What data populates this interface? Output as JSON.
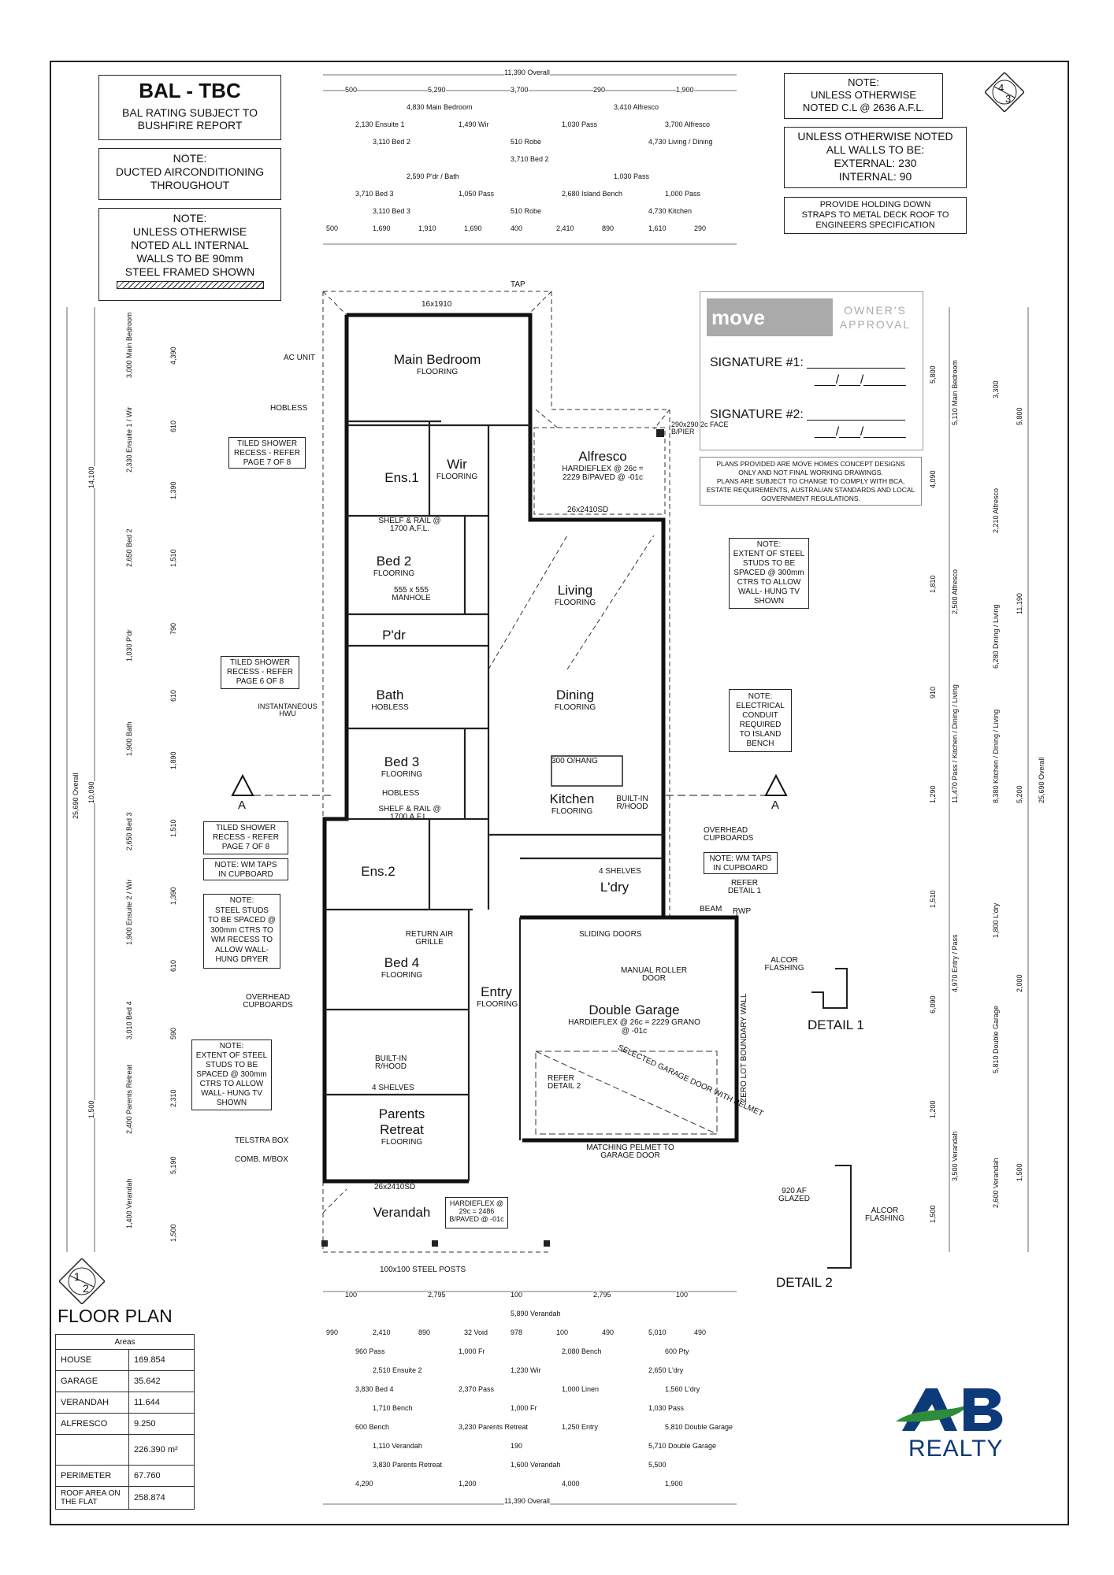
{
  "bal": {
    "title": "BAL - TBC",
    "line1": "BAL RATING SUBJECT TO",
    "line2": "BUSHFIRE REPORT"
  },
  "notes": {
    "ducted": [
      "NOTE:",
      "DUCTED AIRCONDITIONING",
      "THROUGHOUT"
    ],
    "internal_walls": [
      "NOTE:",
      "UNLESS OTHERWISE",
      "NOTED ALL INTERNAL",
      "WALLS TO BE 90mm",
      "STEEL FRAMED SHOWN"
    ],
    "cl": [
      "NOTE:",
      "UNLESS OTHERWISE",
      "NOTED C.L @ 2636 A.F.L."
    ],
    "walls": [
      "UNLESS OTHERWISE NOTED",
      "ALL WALLS TO BE:",
      "EXTERNAL: 230",
      "INTERNAL: 90"
    ],
    "holding": [
      "PROVIDE HOLDING DOWN",
      "STRAPS TO METAL DECK ROOF TO",
      "ENGINEERS SPECIFICATION"
    ],
    "disclaimer": [
      "PLANS PROVIDED ARE MOVE HOMES CONCEPT DESIGNS",
      "ONLY AND NOT FINAL WORKING DRAWINGS.",
      "PLANS ARE SUBJECT TO CHANGE TO COMPLY WITH BCA,",
      "ESTATE REQUIREMENTS, AUSTRALIAN STANDARDS AND LOCAL",
      "GOVERNMENT REGULATIONS."
    ],
    "tv_living": [
      "NOTE:",
      "EXTENT OF STEEL",
      "STUDS TO BE",
      "SPACED @ 300mm",
      "CTRS TO ALLOW",
      "WALL- HUNG TV",
      "SHOWN"
    ],
    "electrical": [
      "NOTE:",
      "ELECTRICAL",
      "CONDUIT",
      "REQUIRED",
      "TO ISLAND",
      "BENCH"
    ],
    "wm_taps_right": [
      "NOTE: WM TAPS",
      "IN CUPBOARD"
    ],
    "wm_taps_left": [
      "NOTE:  WM TAPS",
      "IN CUPBOARD"
    ],
    "shower_1": [
      "TILED SHOWER",
      "RECESS - REFER",
      "PAGE 7 OF 8"
    ],
    "shower_2": [
      "TILED SHOWER",
      "RECESS - REFER",
      "PAGE 6 OF 8"
    ],
    "shower_3": [
      "TILED SHOWER",
      "RECESS - REFER",
      "PAGE 7 OF 8"
    ],
    "studs_dryer": [
      "NOTE:",
      "STEEL STUDS",
      "TO BE SPACED @",
      "300mm CTRS TO",
      "WM RECESS TO",
      "ALLOW WALL-",
      "HUNG DRYER"
    ],
    "tv_retreat": [
      "NOTE:",
      "EXTENT OF STEEL",
      "STUDS TO BE",
      "SPACED @ 300mm",
      "CTRS TO ALLOW",
      "WALL- HUNG TV",
      "SHOWN"
    ]
  },
  "approval": {
    "brand": "move homes",
    "title": "OWNER'S APPROVAL",
    "sig1": "SIGNATURE #1: ______________",
    "sig2": "SIGNATURE #2: ______________",
    "date": "___/___/______"
  },
  "rooms": [
    {
      "name": "Main Bedroom",
      "sub": "FLOORING"
    },
    {
      "name": "Ens.1",
      "sub": ""
    },
    {
      "name": "Wir",
      "sub": "FLOORING"
    },
    {
      "name": "Alfresco",
      "sub": "HARDIEFLEX @ 26c = 2229 B/PAVED @ -01c"
    },
    {
      "name": "Bed 2",
      "sub": "FLOORING"
    },
    {
      "name": "P'dr",
      "sub": ""
    },
    {
      "name": "Bath",
      "sub": "HOBLESS"
    },
    {
      "name": "Living",
      "sub": "FLOORING"
    },
    {
      "name": "Dining",
      "sub": "FLOORING"
    },
    {
      "name": "Bed 3",
      "sub": "FLOORING"
    },
    {
      "name": "Kitchen",
      "sub": "FLOORING"
    },
    {
      "name": "Ens.2",
      "sub": ""
    },
    {
      "name": "L'dry",
      "sub": ""
    },
    {
      "name": "Bed 4",
      "sub": "FLOORING"
    },
    {
      "name": "Entry",
      "sub": "FLOORING"
    },
    {
      "name": "Double Garage",
      "sub": "HARDIEFLEX @ 26c = 2229 GRANO @ -01c"
    },
    {
      "name": "Parents Retreat",
      "sub": "FLOORING"
    },
    {
      "name": "Verandah",
      "sub": "HARDIEFLEX @ 29c = 2486 B/PAVED @ -01c"
    }
  ],
  "labels": {
    "ac_unit": "AC UNIT",
    "hobless": "HOBLESS",
    "shelf_rail": "SHELF & RAIL @ 1700 A.F.L.",
    "manhole": "555 x 555 MANHOLE",
    "instant_hwu": "INSTANTANEOUS HWU",
    "hobless2": "HOBLESS",
    "shelf_rail2": "SHELF & RAIL @ 1700 A.F.L.",
    "oh_300": "300 O/HANG",
    "builtin_rhood": "BUILT-IN R/HOOD",
    "overhead_cup": "OVERHEAD CUPBOARDS",
    "four_shelves": "4 SHELVES",
    "refer_detail1": "REFER DETAIL 1",
    "beam": "BEAM",
    "rwp": "RWP",
    "return_air": "RETURN AIR GRILLE",
    "sliding_doors": "SLIDING DOORS",
    "manual_roller": "MANUAL ROLLER DOOR",
    "overhead_cup2": "OVERHEAD CUPBOARDS",
    "builtin_rhood2": "BUILT-IN R/HOOD",
    "four_shelves2": "4 SHELVES",
    "refer_detail2": "REFER DETAIL 2",
    "selected_garage": "SELECTED GARAGE DOOR WITH PELMET",
    "zero_lot": "ZERO LOT BOUNDARY WALL",
    "matching_pelmet": "MATCHING PELMET TO GARAGE DOOR",
    "telstra": "TELSTRA BOX",
    "comb_mbox": "COMB. M/BOX",
    "tap": "TAP",
    "steel_posts": "100x100 STEEL POSTS",
    "window_top": "16x1910",
    "window_alf": "26x2410SD",
    "window_ret": "26x2410SD",
    "pier": "290x290 2c FACE B/PIER",
    "section_a": "A"
  },
  "details": {
    "detail1": "DETAIL 1",
    "detail2": "DETAIL 2",
    "alcor1": "ALCOR FLASHING",
    "alcor2": "ALCOR FLASHING",
    "glazed": "920 AF GLAZED"
  },
  "floor_plan": {
    "title": "FLOOR PLAN",
    "num": "1",
    "sheet": "2"
  },
  "top_symbol": {
    "num": "4",
    "sheet": "3"
  },
  "top_dims": {
    "overall": "11,390 Overall",
    "rows": [
      [
        "500",
        "5,290",
        "3,700",
        "290",
        "1,900"
      ],
      [
        "4,830 Main Bedroom",
        "3,410 Alfresco"
      ],
      [
        "2,130 Ensuite 1",
        "1,490 Wir",
        "1,030 Pass",
        "3,700 Alfresco"
      ],
      [
        "3,110 Bed 2",
        "510 Robe",
        "4,730 Living / Dining"
      ],
      [
        "3,710 Bed 2"
      ],
      [
        "2,590 P'dr / Bath",
        "1,030 Pass"
      ],
      [
        "3,710 Bed 3",
        "1,050 Pass",
        "2,680 Island Bench",
        "1,000 Pass"
      ],
      [
        "3,110 Bed 3",
        "510 Robe",
        "4,730 Kitchen"
      ],
      [
        "500",
        "1,690",
        "1,910",
        "1,690",
        "400",
        "2,410",
        "890",
        "1,610",
        "290"
      ]
    ]
  },
  "bottom_dims": {
    "overall": "11,390 Overall",
    "rows": [
      [
        "100",
        "2,795",
        "100",
        "2,795",
        "100"
      ],
      [
        "5,890 Verandah"
      ],
      [
        "990",
        "2,410",
        "890",
        "32 Void",
        "978",
        "100",
        "490",
        "5,010",
        "490"
      ],
      [
        "960 Pass",
        "1,000 Fr",
        "2,080 Bench",
        "600 Pty"
      ],
      [
        "2,510 Ensuite 2",
        "1,230 Wir",
        "2,650 L'dry"
      ],
      [
        "3,830 Bed 4",
        "2,370 Pass",
        "1,000 Linen",
        "1,560 L'dry"
      ],
      [
        "1,710 Bench",
        "1,000 Fr",
        "1,030 Pass"
      ],
      [
        "600 Bench",
        "3,230 Parents Retreat",
        "1,250 Entry",
        "5,810 Double Garage"
      ],
      [
        "1,110 Verandah",
        "190",
        "5,710 Double Garage"
      ],
      [
        "3,830 Parents Retreat",
        "1,600 Verandah",
        "5,500"
      ],
      [
        "4,290",
        "1,200",
        "4,000",
        "1,900"
      ]
    ]
  },
  "left_dims": {
    "overall": "25,690 Overall",
    "col1": [
      "14,100",
      "10,090",
      "1,500"
    ],
    "col2": [
      "3,000 Main Bedroom",
      "2,330 Ensuite 1 / Wir",
      "2,650 Bed 2",
      "1,030 P'dr",
      "1,900 Bath",
      "2,650 Bed 3",
      "1,900 Ensuite 2 / Wir",
      "3,010 Bed 4",
      "2,400 Parents Retreat",
      "1,400 Verandah"
    ],
    "col3": [
      "4,390",
      "610",
      "1,390",
      "1,510",
      "790",
      "610",
      "1,890",
      "1,510",
      "1,390",
      "610",
      "590",
      "2,310",
      "5,190",
      "1,500"
    ]
  },
  "right_dims": {
    "overall": "25,690 Overall",
    "col1": [
      "5,800",
      "4,090",
      "1,810",
      "910",
      "1,290",
      "1,510",
      "6,090",
      "1,200",
      "1,500"
    ],
    "col2": [
      "5,110 Main Bedroom",
      "2,500 Alfresco",
      "11,470 Pass / Kitchen / Dining / Living",
      "4,970 Entry / Pass",
      "3,500 Verandah"
    ],
    "col3": [
      "3,300",
      "2,210 Alfresco",
      "6,280 Dining / Living",
      "8,380 Kitchen / Dining / Living",
      "1,800 L'dry",
      "5,810 Double Garage",
      "2,600 Verandah"
    ],
    "col4": [
      "5,800",
      "11,190",
      "5,200",
      "2,000",
      "1,500"
    ]
  },
  "areas": {
    "header": "Areas",
    "rows": [
      {
        "label": "HOUSE",
        "value": "169.854"
      },
      {
        "label": "GARAGE",
        "value": "35.642"
      },
      {
        "label": "VERANDAH",
        "value": "11.644"
      },
      {
        "label": "ALFRESCO",
        "value": "9.250"
      },
      {
        "label": "",
        "value": "226.390 m²"
      },
      {
        "label": "PERIMETER",
        "value": "67.760"
      },
      {
        "label": "ROOF AREA ON THE FLAT",
        "value": "258.874"
      }
    ]
  },
  "brand": {
    "ab": "AB",
    "realty": "REALTY",
    "colors": {
      "navy": "#0d3a78",
      "green": "#2e8b3a"
    }
  }
}
